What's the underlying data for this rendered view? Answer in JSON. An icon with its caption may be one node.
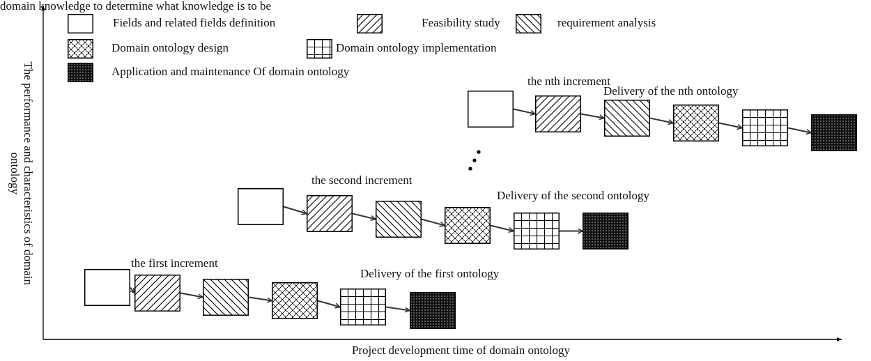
{
  "diagram": {
    "nodes": [
      {
        "text": [],
        "shape": "box"
      },
      {
        "text": [],
        "shape": "box"
      },
      {
        "text": [],
        "shape": "box"
      },
      {
        "text": [],
        "shape": "box"
      },
      {
        "text": [],
        "shape": "box"
      },
      {
        "text": [],
        "shape": "box"
      },
      {
        "text": [],
        "shape": "box"
      },
      {
        "text": [],
        "shape": "box"
      },
      {
        "text": [],
        "shape": "box"
      },
      {
        "text": [],
        "shape": "box"
      },
      {
        "text": [],
        "shape": "box"
      },
      {
        "text": [],
        "shape": "box"
      },
      {
        "text": [],
        "shape": "box"
      },
      {
        "text": [],
        "shape": "box"
      },
      {
        "text": [],
        "shape": "box"
      },
      {
        "text": [],
        "shape": "box"
      },
      {
        "text": [],
        "shape": "box"
      },
      {
        "text": [],
        "shape": "box"
      }
    ],
    "edges": [
      {
        "from": 0,
        "to": 1,
        "arrow": "to"
      },
      {
        "from": 1,
        "to": 2,
        "arrow": "to"
      },
      {
        "from": 2,
        "to": 3,
        "arrow": "to"
      },
      {
        "from": 3,
        "to": 4,
        "arrow": "to"
      },
      {
        "from": 4,
        "to": 5,
        "arrow": "to"
      },
      {
        "from": 6,
        "to": 7,
        "arrow": "to"
      },
      {
        "from": 7,
        "to": 8,
        "arrow": "to"
      },
      {
        "from": 8,
        "to": 9,
        "arrow": "to"
      },
      {
        "from": 9,
        "to": 10,
        "arrow": "to"
      },
      {
        "from": 10,
        "to": 11,
        "arrow": "to"
      },
      {
        "from": 12,
        "to": 13,
        "arrow": "to"
      },
      {
        "from": 13,
        "to": 14,
        "arrow": "to"
      },
      {
        "from": 14,
        "to": 15,
        "arrow": "to"
      },
      {
        "from": 15,
        "to": 16,
        "arrow": "to"
      },
      {
        "from": 16,
        "to": 17,
        "arrow": "to"
      }
    ],
    "labels": [
      "domain knowledge to determine what knowledge is to be",
      "the nth increment",
      "Delivery of the nth ontology",
      "the second increment",
      "Delivery of the second ontology",
      "the first increment",
      "Delivery of the first ontology",
      "The performance and characteristics of domain ontology",
      "Project development time of domain ontology"
    ],
    "legend": [
      {
        "text": "Fields and related fields definition"
      },
      {
        "text": "Feasibility study"
      },
      {
        "text": "requirement analysis"
      },
      {
        "text": "Domain ontology design"
      },
      {
        "text": "Domain ontology implementation"
      },
      {
        "text": "Application and maintenance Of domain ontology"
      }
    ]
  }
}
